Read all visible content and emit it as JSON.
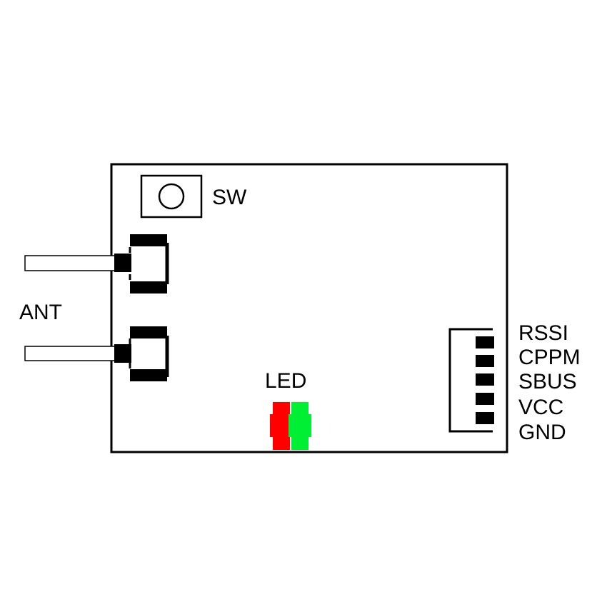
{
  "labels": {
    "switch": "SW",
    "antenna": "ANT",
    "led": "LED",
    "pins": [
      "RSSI",
      "CPPM",
      "SBUS",
      "VCC",
      "GND"
    ]
  },
  "colors": {
    "outline": "#000000",
    "led_left": "#ff0000",
    "led_right": "#00ee33",
    "antenna_fill": "#ffffff"
  }
}
